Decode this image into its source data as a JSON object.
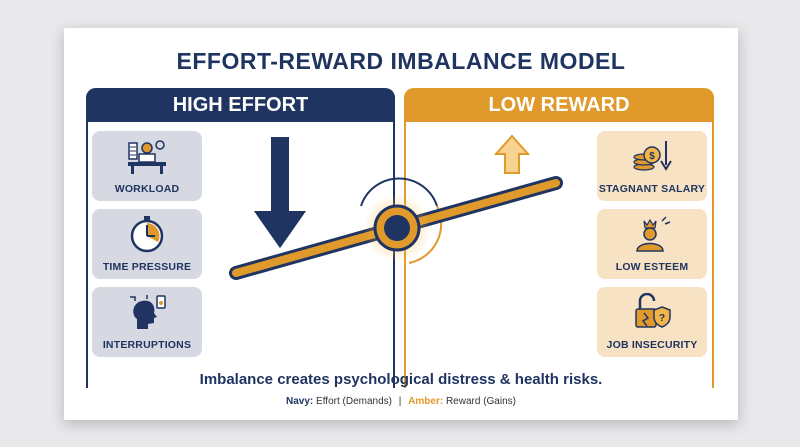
{
  "title": "EFFORT-REWARD IMBALANCE MODEL",
  "left_panel": {
    "heading": "HIGH EFFORT",
    "items": [
      {
        "label": "WORKLOAD",
        "icon": "desk-worker-icon"
      },
      {
        "label": "TIME PRESSURE",
        "icon": "stopwatch-icon"
      },
      {
        "label": "INTERRUPTIONS",
        "icon": "head-distractions-icon"
      }
    ]
  },
  "right_panel": {
    "heading": "LOW REWARD",
    "items": [
      {
        "label": "STAGNANT SALARY",
        "icon": "coins-down-arrow-icon"
      },
      {
        "label": "LOW ESTEEM",
        "icon": "person-crown-icon"
      },
      {
        "label": "JOB INSECURITY",
        "icon": "unlocked-padlock-shield-icon"
      }
    ]
  },
  "caption": "Imbalance creates psychological distress & health risks.",
  "legend": {
    "navy_label": "Navy:",
    "navy_text": "Effort (Demands)",
    "separator": "|",
    "amber_label": "Amber:",
    "amber_text": "Reward (Gains)"
  },
  "colors": {
    "navy": "#1f3461",
    "amber": "#e09a2c",
    "navy_tile": "#d7d9e2",
    "amber_tile": "#f7e2c3"
  }
}
